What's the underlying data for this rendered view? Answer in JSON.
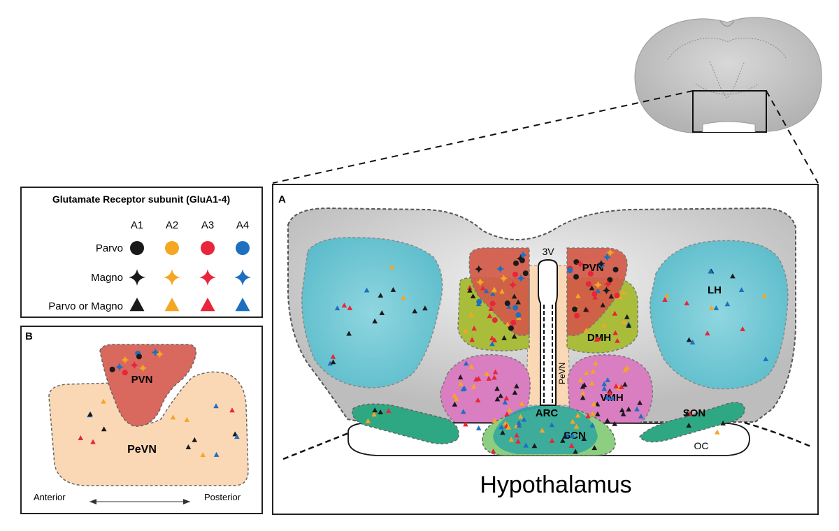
{
  "legend": {
    "title": "Glutamate Receptor subunit (GluA1-4)",
    "columns": [
      "A1",
      "A2",
      "A3",
      "A4"
    ],
    "rows": [
      "Parvo",
      "Magno",
      "Parvo or Magno"
    ],
    "colors": [
      "#1a1a1a",
      "#f5a623",
      "#e8253a",
      "#1e6fc0"
    ]
  },
  "panel_a": {
    "letter": "A",
    "title": "Hypothalamus",
    "regions": {
      "third_ventricle": "3V",
      "pvn": "PVN",
      "dmh": "DMH",
      "lh": "LH",
      "pevn": "PeVN",
      "vmh": "VMH",
      "son": "SON",
      "arc": "ARC",
      "scn": "SCN",
      "oc": "OC"
    }
  },
  "panel_b": {
    "letter": "B",
    "pvn": "PVN",
    "pevn": "PeVN",
    "anterior": "Anterior",
    "posterior": "Posterior"
  }
}
